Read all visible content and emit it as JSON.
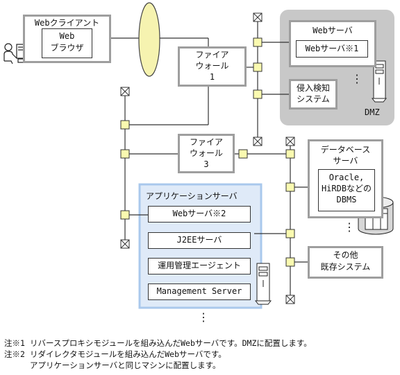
{
  "diagram": {
    "web_client": {
      "title": "Webクライアント",
      "browser_line1": "Web",
      "browser_line2": "ブラウザ"
    },
    "firewall1": {
      "line1": "ファイア",
      "line2": "ウォール",
      "line3": "1"
    },
    "firewall3": {
      "line1": "ファイア",
      "line2": "ウォール",
      "line3": "3"
    },
    "dmz": {
      "label": "DMZ",
      "web_server_title": "Webサーバ",
      "web_server_inner": "Webサーバ※1",
      "ids_line1": "侵入検知",
      "ids_line2": "システム"
    },
    "db_server": {
      "title_line1": "データベース",
      "title_line2": "サーバ",
      "dbms_line1": "Oracle,",
      "dbms_line2": "HiRDBなどの",
      "dbms_line3": "DBMS"
    },
    "app_server": {
      "title": "アプリケーションサーバ",
      "items": [
        "Webサーバ※2",
        "J2EEサーバ",
        "運用管理エージェント",
        "Management Server"
      ]
    },
    "other_systems": {
      "line1": "その他",
      "line2": "既存システム"
    },
    "ellipsis": "⋮"
  },
  "notes": [
    {
      "mark": "注※1",
      "lines": [
        "リバースプロキシモジュールを組み込んだWebサーバです。DMZに配置します。"
      ]
    },
    {
      "mark": "注※2",
      "lines": [
        "リダイレクタモジュールを組み込んだWebサーバです。",
        "アプリケーションサーバと同じマシンに配置します。"
      ]
    }
  ],
  "colors": {
    "border_gray": "#9e9e9e",
    "dmz_bg": "#c8c8c8",
    "app_bg": "#dfeaf8",
    "app_border": "#a9c8ec",
    "firewall_oval": "#f6f3b0"
  }
}
